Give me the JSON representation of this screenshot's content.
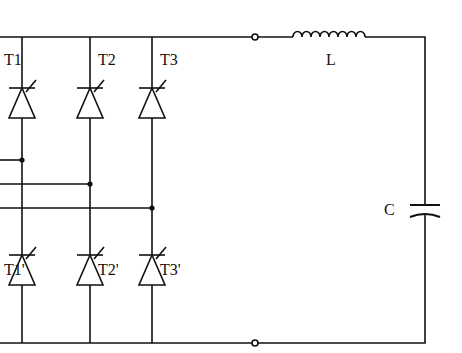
{
  "diagram": {
    "labels": [
      "T1",
      "T2",
      "T3",
      "T1'",
      "T2'",
      "T3'",
      "L",
      "C"
    ]
  }
}
